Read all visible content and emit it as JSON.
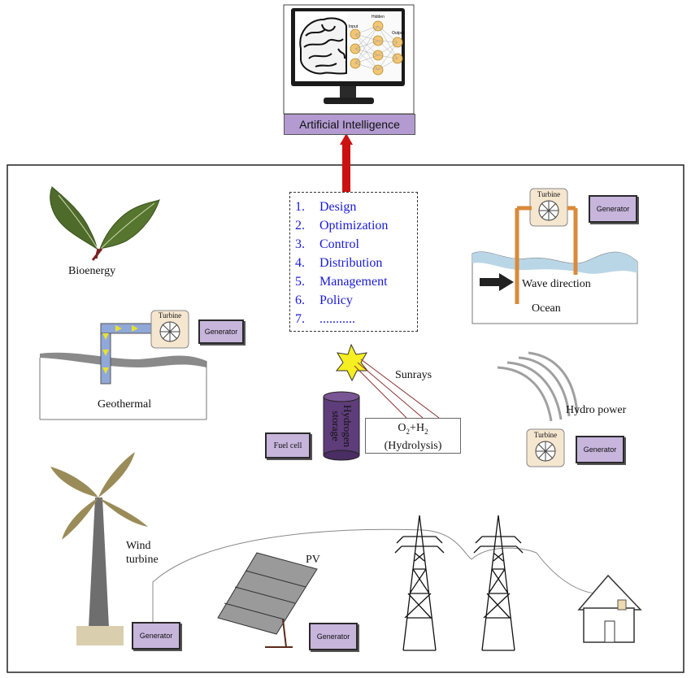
{
  "ai": {
    "label": "Artificial Intelligence",
    "nn_labels": [
      "Input",
      "Hidden",
      "Output"
    ]
  },
  "tasks": [
    {
      "num": "1.",
      "text": "Design"
    },
    {
      "num": "2.",
      "text": "Optimization"
    },
    {
      "num": "3.",
      "text": "Control"
    },
    {
      "num": "4.",
      "text": "Distribution"
    },
    {
      "num": "5.",
      "text": "Management"
    },
    {
      "num": "6.",
      "text": "Policy"
    },
    {
      "num": "7.",
      "text": "..........."
    }
  ],
  "labels": {
    "bioenergy": "Bioenergy",
    "geothermal": "Geothermal",
    "ocean": "Ocean",
    "wave_direction": "Wave direction",
    "sunrays": "Sunrays",
    "hydro_power": "Hydro power",
    "wind_line1": "Wind",
    "wind_line2": "turbine",
    "pv": "PV",
    "fuel_cell": "Fuel cell",
    "hydrogen_line1": "Hydrogen",
    "hydrogen_line2": "storage",
    "o2": "O",
    "o2_sub": "2",
    "plus_h": "+H",
    "h2_sub": "2",
    "hydrolysis": "(Hydrolysis)"
  },
  "turbine_label": "Turbine",
  "generator_label": "Generator",
  "colors": {
    "task_text": "#1a1ad8",
    "arrow": "#cc1111",
    "generator_fill": "#c7b5dc",
    "ai_bar": "#b39bd1"
  }
}
